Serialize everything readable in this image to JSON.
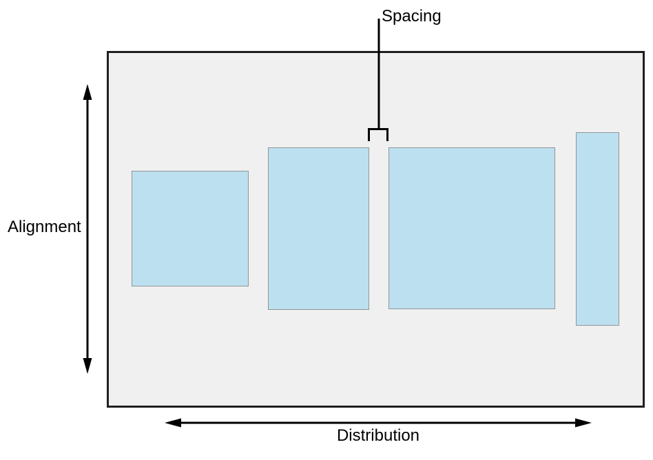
{
  "diagram": {
    "labels": {
      "spacing": "Spacing",
      "alignment": "Alignment",
      "distribution": "Distribution"
    },
    "colors": {
      "page_bg": "#ffffff",
      "panel_fill": "#f0f0f0",
      "panel_border": "#1f1f1f",
      "block_fill": "#bce0ef",
      "block_border": "#8f9599",
      "line": "#000000",
      "text": "#000000"
    }
  }
}
